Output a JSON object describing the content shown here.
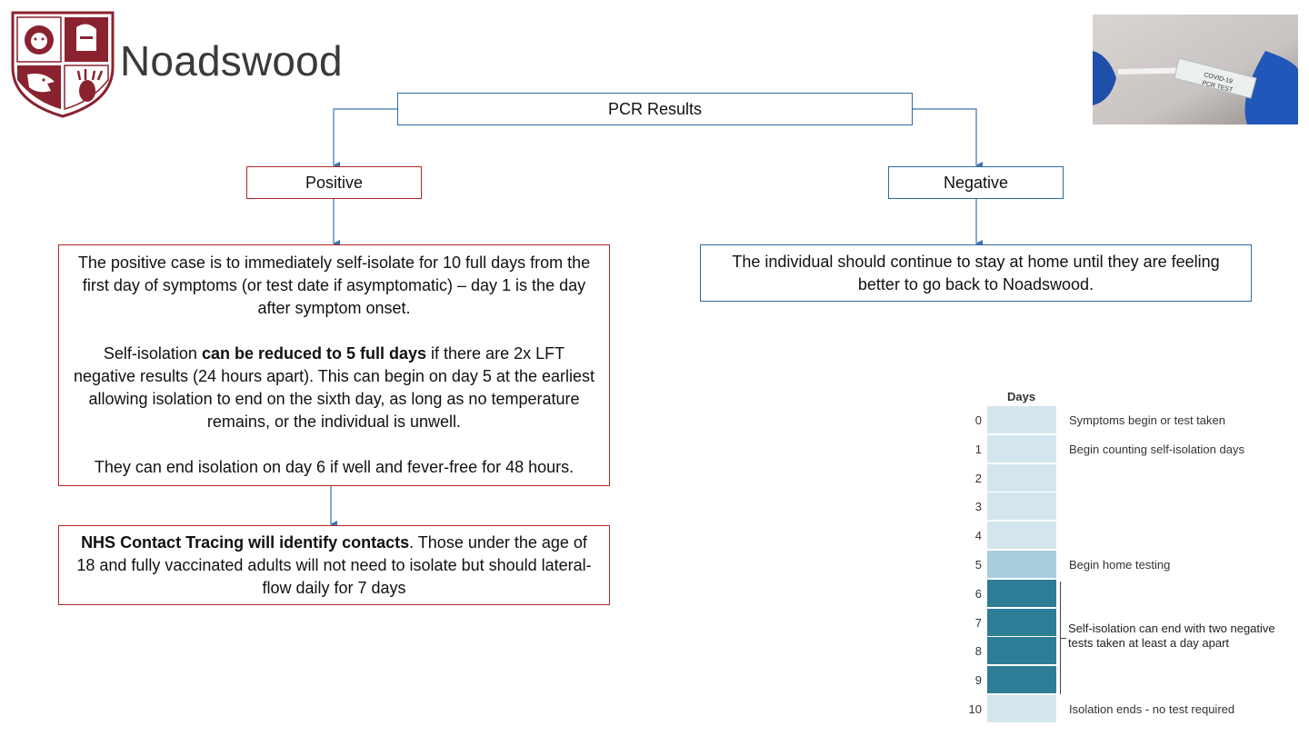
{
  "logo": {
    "school_name": "Noadswood"
  },
  "photo": {
    "test_label_line1": "COVID-19",
    "test_label_line2": "PCR TEST"
  },
  "flow": {
    "root": "PCR Results",
    "positive": "Positive",
    "negative": "Negative",
    "negative_info": "The individual should continue to stay at home until they are feeling better to go back to Noadswood.",
    "positive_info": {
      "para1": "The positive case is to immediately self-isolate for 10 full days from the first day of symptoms (or test date if asymptomatic) – day 1 is the day after symptom onset.",
      "para2_pre": "Self-isolation ",
      "para2_bold": "can be reduced to 5 full days",
      "para2_post": " if there are 2x LFT negative results (24 hours apart). This can begin on day 5 at the earliest allowing isolation to end on the sixth day, as long as no temperature remains, or the individual is unwell.",
      "para3": "They can end isolation on day 6 if well and fever-free for 48 hours."
    },
    "contacts": {
      "bold": "NHS Contact Tracing will identify contacts",
      "rest": ". Those under the age of 18 and fully vaccinated adults will not need to isolate but should lateral-flow daily for 7 days"
    }
  },
  "colors": {
    "blue_border": "#2f6aa6",
    "red_border": "#b02828",
    "arrow": "#3b73b0",
    "light_cell": "#d3e6ee",
    "mid_cell": "#a8cede",
    "dark_cell": "#2e7d96"
  },
  "timeline": {
    "header": "Days",
    "rows": [
      {
        "day": "0",
        "label": "Symptoms begin or test taken",
        "shade": "light"
      },
      {
        "day": "1",
        "label": "Begin counting self-isolation days",
        "shade": "light"
      },
      {
        "day": "2",
        "label": "",
        "shade": "light"
      },
      {
        "day": "3",
        "label": "",
        "shade": "light"
      },
      {
        "day": "4",
        "label": "",
        "shade": "light"
      },
      {
        "day": "5",
        "label": "Begin home testing",
        "shade": "mid"
      },
      {
        "day": "6",
        "label": "",
        "shade": "dark"
      },
      {
        "day": "7",
        "label": "",
        "shade": "dark"
      },
      {
        "day": "8",
        "label": "",
        "shade": "dark"
      },
      {
        "day": "9",
        "label": "",
        "shade": "dark"
      },
      {
        "day": "10",
        "label": "Isolation ends - no test required",
        "shade": "light"
      }
    ],
    "bracket_line1": "Self-isolation can end with two negative",
    "bracket_line2": "tests taken at least a day apart"
  }
}
